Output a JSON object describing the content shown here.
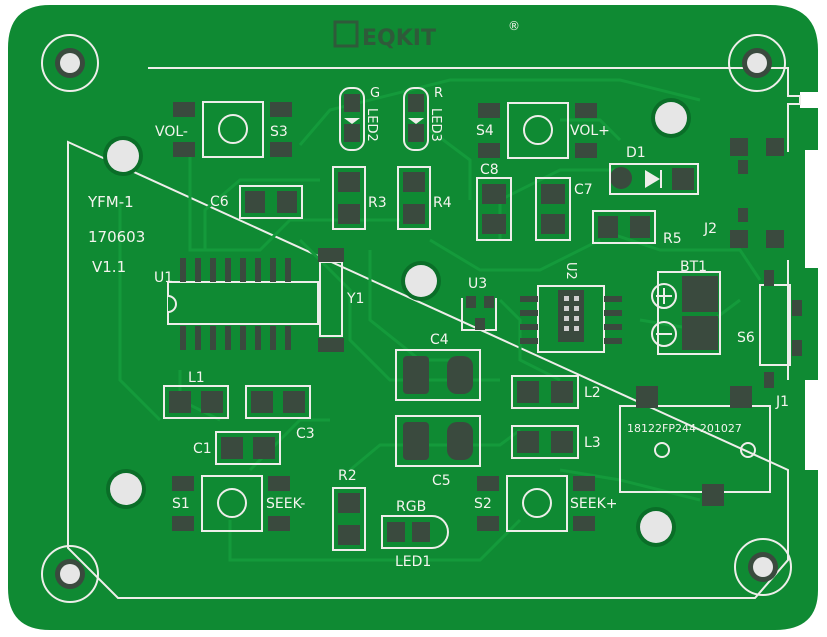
{
  "board": {
    "brand": "EQKIT",
    "registered_mark": "®",
    "model": "YFM-1",
    "date_code": "170603",
    "version": "V1.1",
    "batch_code": "18122FP244-201027"
  },
  "labels": {
    "g": "G",
    "r": "R",
    "led2": "LED2",
    "led3": "LED3",
    "vol_minus": "VOL-",
    "vol_plus": "VOL+",
    "s1": "S1",
    "s2": "S2",
    "s3": "S3",
    "s4": "S4",
    "s6": "S6",
    "c1": "C1",
    "c3": "C3",
    "c4": "C4",
    "c5": "C5",
    "c6": "C6",
    "c7": "C7",
    "c8": "C8",
    "r2": "R2",
    "r3": "R3",
    "r4": "R4",
    "r5": "R5",
    "u1": "U1",
    "u2": "U2",
    "u3": "U3",
    "y1": "Y1",
    "d1": "D1",
    "j1": "J1",
    "j2": "J2",
    "bt1": "BT1",
    "l1": "L1",
    "l2": "L2",
    "l3": "L3",
    "seek_minus": "SEEK-",
    "seek_plus": "SEEK+",
    "rgb": "RGB",
    "led1": "LED1"
  },
  "colors": {
    "board": "#0f8a33",
    "silkscreen": "#f4f4ee",
    "pad": "#3a4a3e"
  }
}
